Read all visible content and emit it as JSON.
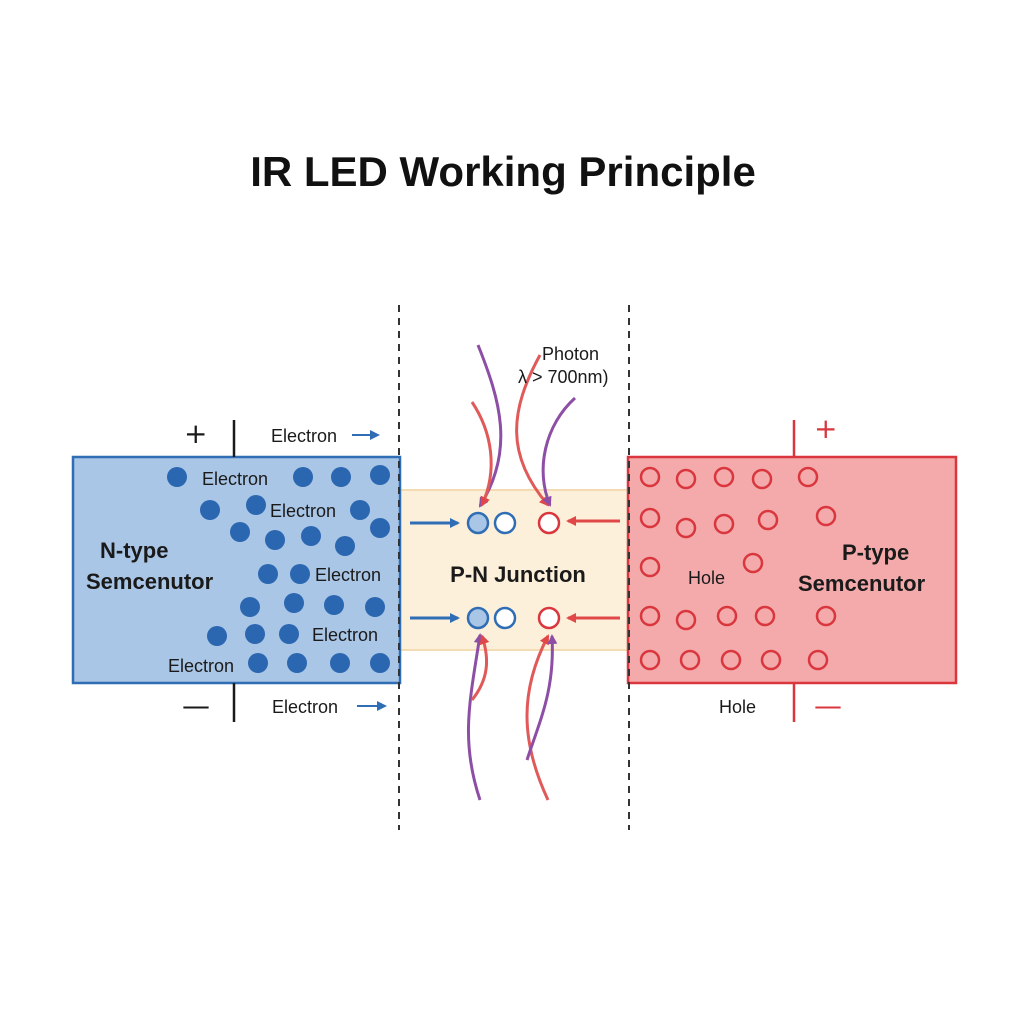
{
  "title": "IR LED Working Principle",
  "n_region": {
    "name_line1": "N-type",
    "name_line2": "Semcenutor",
    "particle_labels": [
      "Electron",
      "Electron",
      "Electron",
      "Electron",
      "Electron"
    ],
    "color": "#2f6db5",
    "fill": "#a9c6e6"
  },
  "p_region": {
    "name_line1": "P-type",
    "name_line2": "Semcenutor",
    "particle_label": "Hole",
    "color": "#d9363e",
    "fill": "#f3a9ab"
  },
  "junction": {
    "label": "P-N Junction",
    "fill": "#fdf1dc"
  },
  "photon": {
    "label_line1": "Photon",
    "label_line2": "λ > 700nm)",
    "colors": [
      "#8d4fa5",
      "#e05a5a"
    ]
  },
  "terminals": {
    "left_top_sign": "+",
    "left_top_label": "Electron",
    "left_bottom_sign": "—",
    "left_bottom_label": "Electron",
    "right_top_sign": "+",
    "right_bottom_sign": "—",
    "right_bottom_label": "Hole"
  }
}
